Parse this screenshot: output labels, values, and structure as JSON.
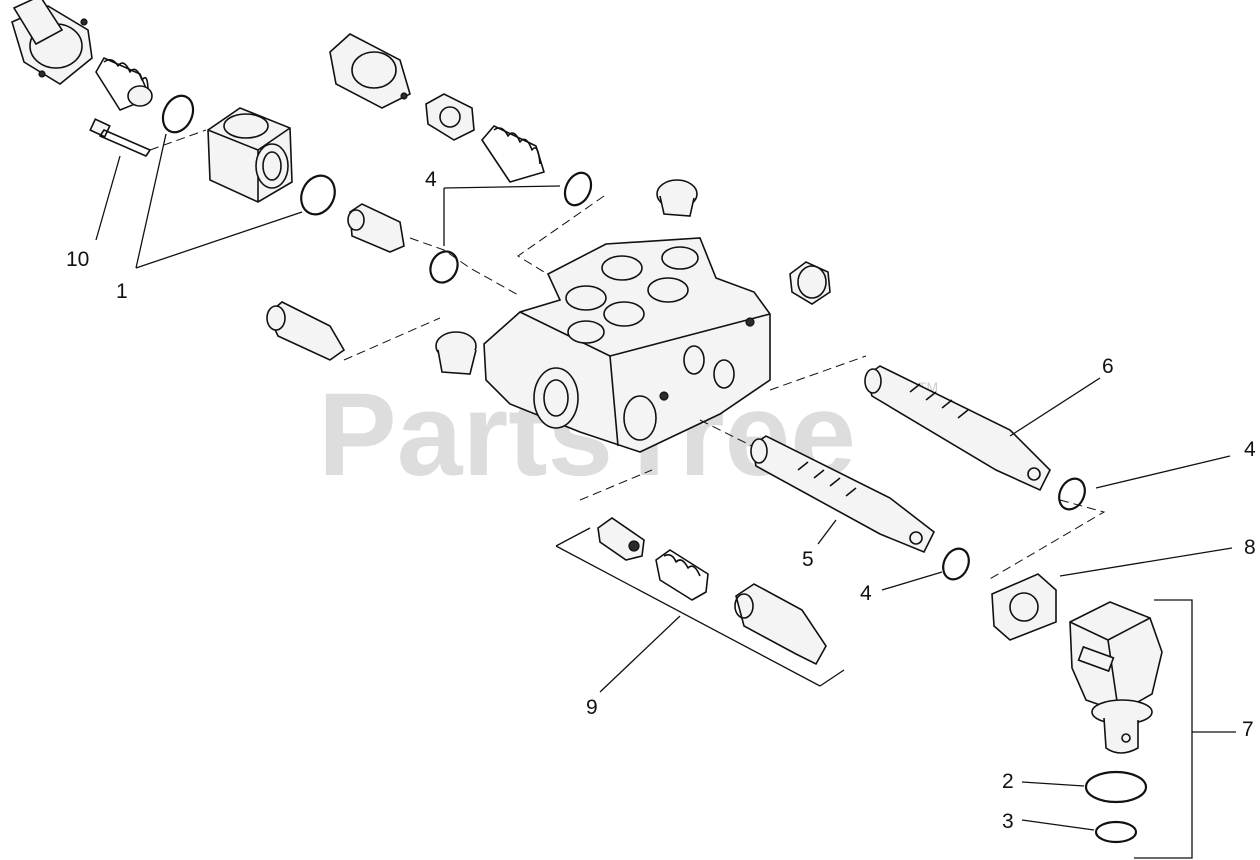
{
  "watermark": {
    "text": "PartsTree",
    "mark": "TM"
  },
  "callouts": {
    "c1": "1",
    "c2": "2",
    "c3": "3",
    "c4a": "4",
    "c4b": "4",
    "c4c": "4",
    "c5": "5",
    "c6": "6",
    "c7": "7",
    "c8": "8",
    "c9": "9",
    "c10": "10"
  }
}
